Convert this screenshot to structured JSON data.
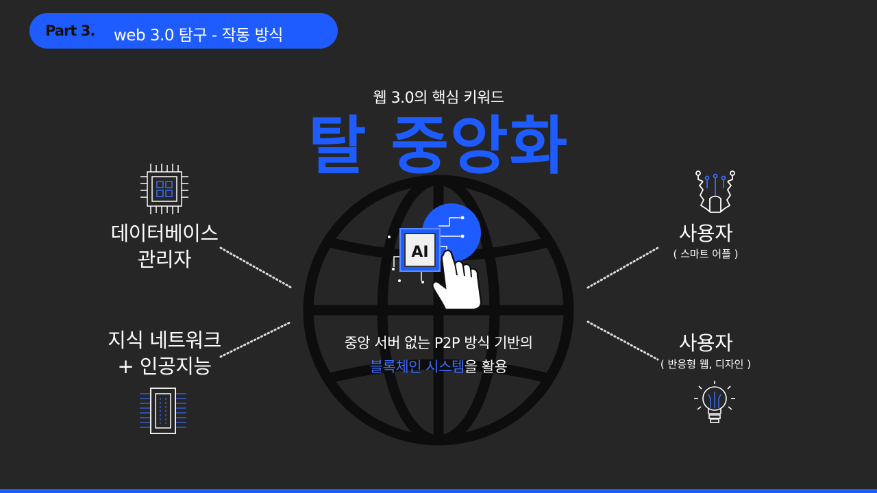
{
  "header": {
    "part": "Part 3.",
    "title": "web 3.0 탐구 - 작동 방식"
  },
  "subtitle": "웹 3.0의 핵심 키워드",
  "main_title": "탈 중앙화",
  "left": {
    "top_label_line1": "데이터베이스",
    "top_label_line2": "관리자",
    "bottom_label_line1": "지식 네트워크",
    "bottom_label_line2": "+ 인공지능"
  },
  "right": {
    "top_label": "사용자",
    "top_sub": "( 스마트 어플 )",
    "bottom_label": "사용자",
    "bottom_sub": "( 반응형 웹, 디자인 )"
  },
  "center": {
    "line1": "중앙 서버 없는 P2P 방식 기반의",
    "line2_accent": "블록체인 시스템",
    "line2_rest": "을 활용",
    "ai_badge": "AI"
  },
  "colors": {
    "background": "#262626",
    "accent": "#1f5cff",
    "globe": "#0d0d0d"
  },
  "icons": [
    "chip-icon",
    "circuit-board-icon",
    "gear-circuit-icon",
    "lightbulb-icon",
    "globe-icon",
    "ai-touch-icon"
  ]
}
